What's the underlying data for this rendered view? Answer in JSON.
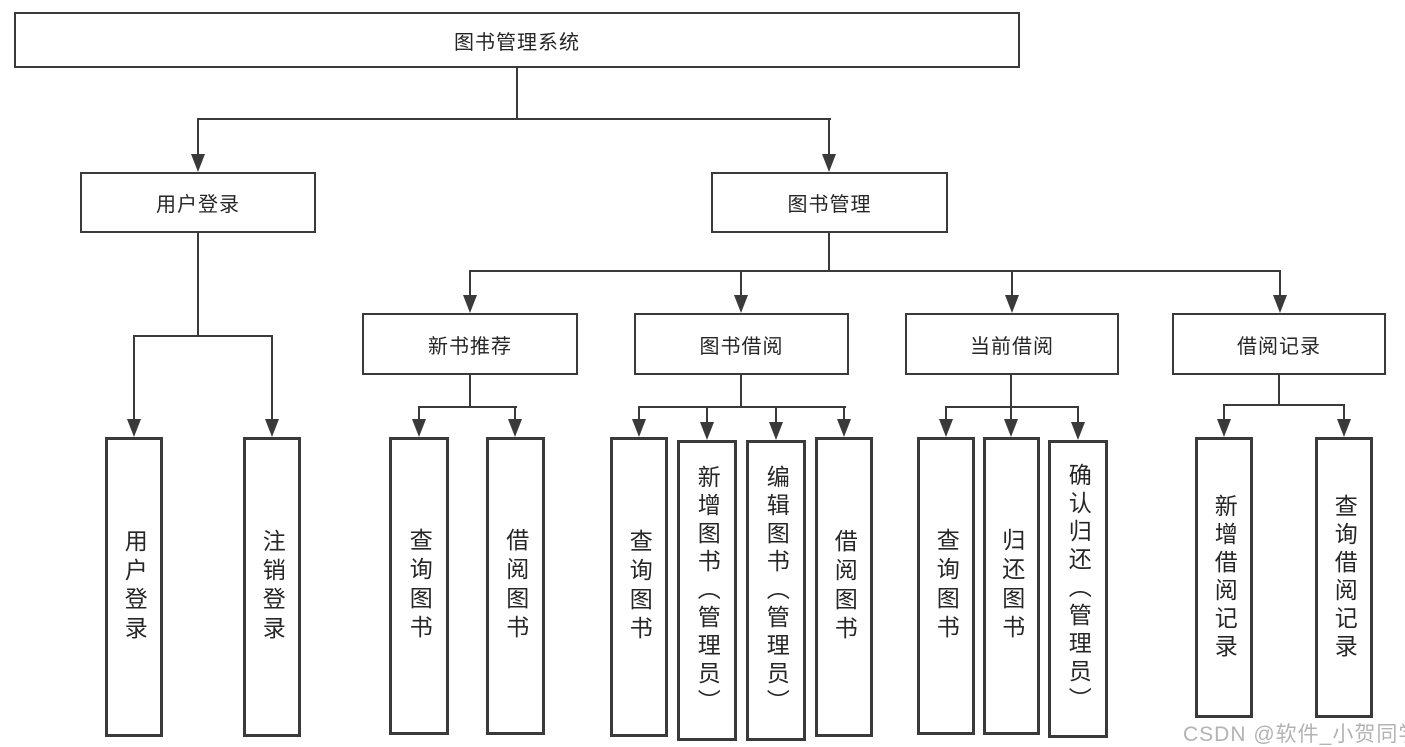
{
  "diagram_title": "图书管理系统",
  "tree": {
    "root": {
      "label": "图书管理系统"
    },
    "branches": [
      {
        "label": "用户登录",
        "children": [
          {
            "label": "用户登录"
          },
          {
            "label": "注销登录"
          }
        ]
      },
      {
        "label": "图书管理",
        "children": [
          {
            "label": "新书推荐",
            "children": [
              {
                "label": "查询图书"
              },
              {
                "label": "借阅图书"
              }
            ]
          },
          {
            "label": "图书借阅",
            "children": [
              {
                "label": "查询图书"
              },
              {
                "label": "新增图书（管理员）"
              },
              {
                "label": "编辑图书（管理员）"
              },
              {
                "label": "借阅图书"
              }
            ]
          },
          {
            "label": "当前借阅",
            "children": [
              {
                "label": "查询图书"
              },
              {
                "label": "归还图书"
              },
              {
                "label": "确认归还（管理员）"
              }
            ]
          },
          {
            "label": "借阅记录",
            "children": [
              {
                "label": "新增借阅记录"
              },
              {
                "label": "查询借阅记录"
              }
            ]
          }
        ]
      }
    ]
  },
  "watermark": "CSDN @软件_小贺同学",
  "colors": {
    "line": "#3a3a3a",
    "text": "#262626",
    "background": "#ffffff",
    "watermark": "#b3b3b3"
  }
}
